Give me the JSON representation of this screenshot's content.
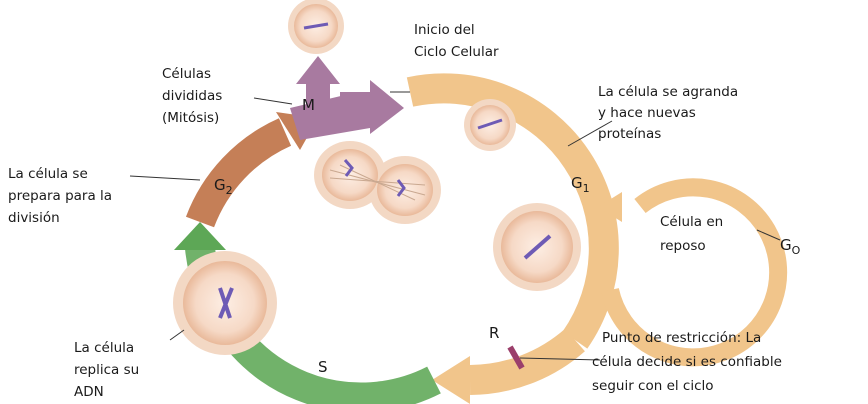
{
  "labels": {
    "inicio_line1": "Inicio del",
    "inicio_line2": "Ciclo Celular",
    "divididas_line1": "Células",
    "divididas_line2": "divididas",
    "divididas_line3": "(Mitósis)",
    "agranda_line1": "La célula se agranda",
    "agranda_line2": "y hace nuevas",
    "agranda_line3": "proteínas",
    "prepara_line1": "La célula se",
    "prepara_line2": "prepara para la",
    "prepara_line3": "división",
    "reposo_line1": "Célula en",
    "reposo_line2": "reposo",
    "replica_line1": "La célula",
    "replica_line2": "replica su",
    "replica_line3": "ADN",
    "restriccion_line1": "Punto de restricción: La",
    "restriccion_line2": "célula decide si es confiable",
    "restriccion_line3": "seguir con el ciclo"
  },
  "phases": {
    "m": "M",
    "g2_base": "G",
    "g2_sub": "2",
    "g1_base": "G",
    "g1_sub": "1",
    "g0_base": "G",
    "g0_sub": "O",
    "s": "S",
    "r": "R"
  },
  "colors": {
    "g1": "#f1c58b",
    "g2": "#c57f57",
    "m": "#a87aa0",
    "s": "#71b26a",
    "s_head": "#5da756",
    "restriction": "#9b3f6b",
    "chromosome": "#6e5bb5"
  }
}
